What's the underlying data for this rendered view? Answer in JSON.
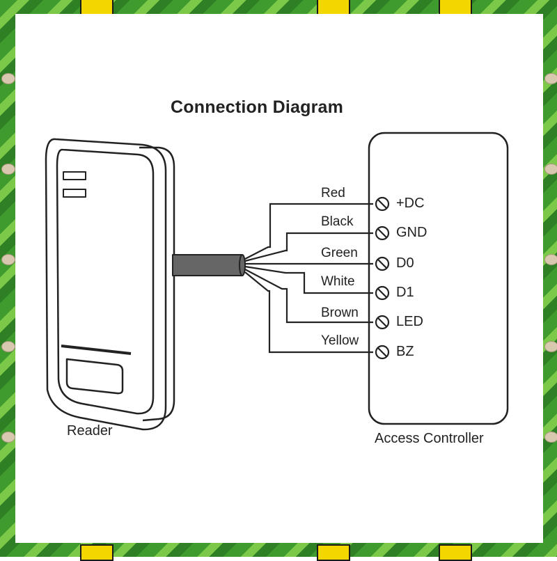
{
  "title": "Connection Diagram",
  "reader_label": "Reader",
  "controller_label": "Access Controller",
  "wires": [
    {
      "color": "Red",
      "terminal": "+DC"
    },
    {
      "color": "Black",
      "terminal": "GND"
    },
    {
      "color": "Green",
      "terminal": "D0"
    },
    {
      "color": "White",
      "terminal": "D1"
    },
    {
      "color": "Brown",
      "terminal": "LED"
    },
    {
      "color": "Yellow",
      "terminal": "BZ"
    }
  ],
  "colors": {
    "line": "#222222",
    "frame_green": "#3f9b2e",
    "sign_yellow": "#f2d600"
  }
}
